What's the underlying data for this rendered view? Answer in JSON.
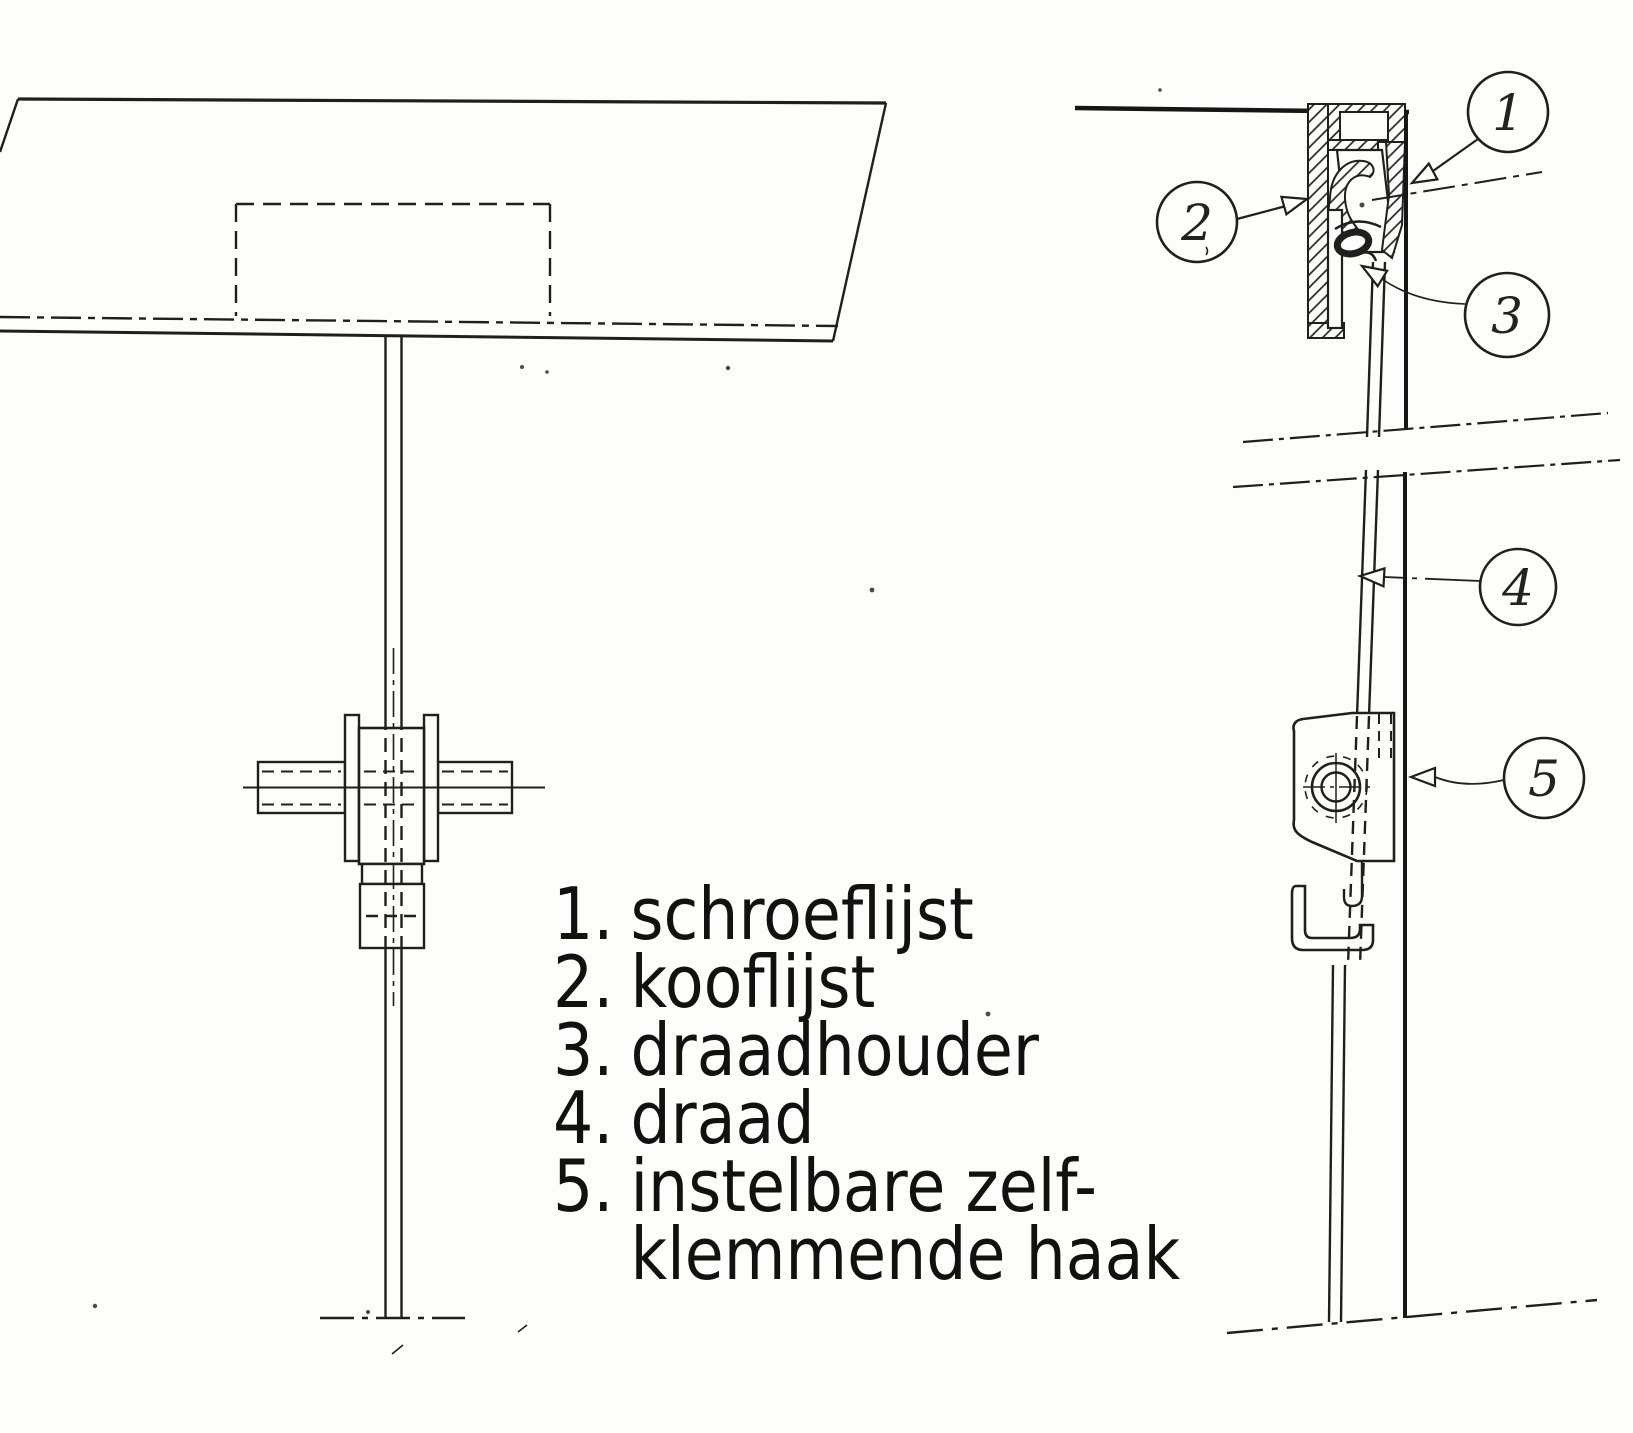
{
  "legend": {
    "items": [
      {
        "num": "1.",
        "label": "schroeflijst"
      },
      {
        "num": "2.",
        "label": "kooflijst"
      },
      {
        "num": "3.",
        "label": "draadhouder"
      },
      {
        "num": "4.",
        "label": "draad"
      },
      {
        "num": "5.",
        "label": "instelbare zelf-"
      },
      {
        "num": "",
        "label": "klemmende haak"
      }
    ]
  },
  "callouts": {
    "labels": [
      "1",
      "2",
      "3",
      "4",
      "5"
    ]
  },
  "colors": {
    "ink": "#1f1f1f",
    "paper": "#fdfdfb"
  }
}
